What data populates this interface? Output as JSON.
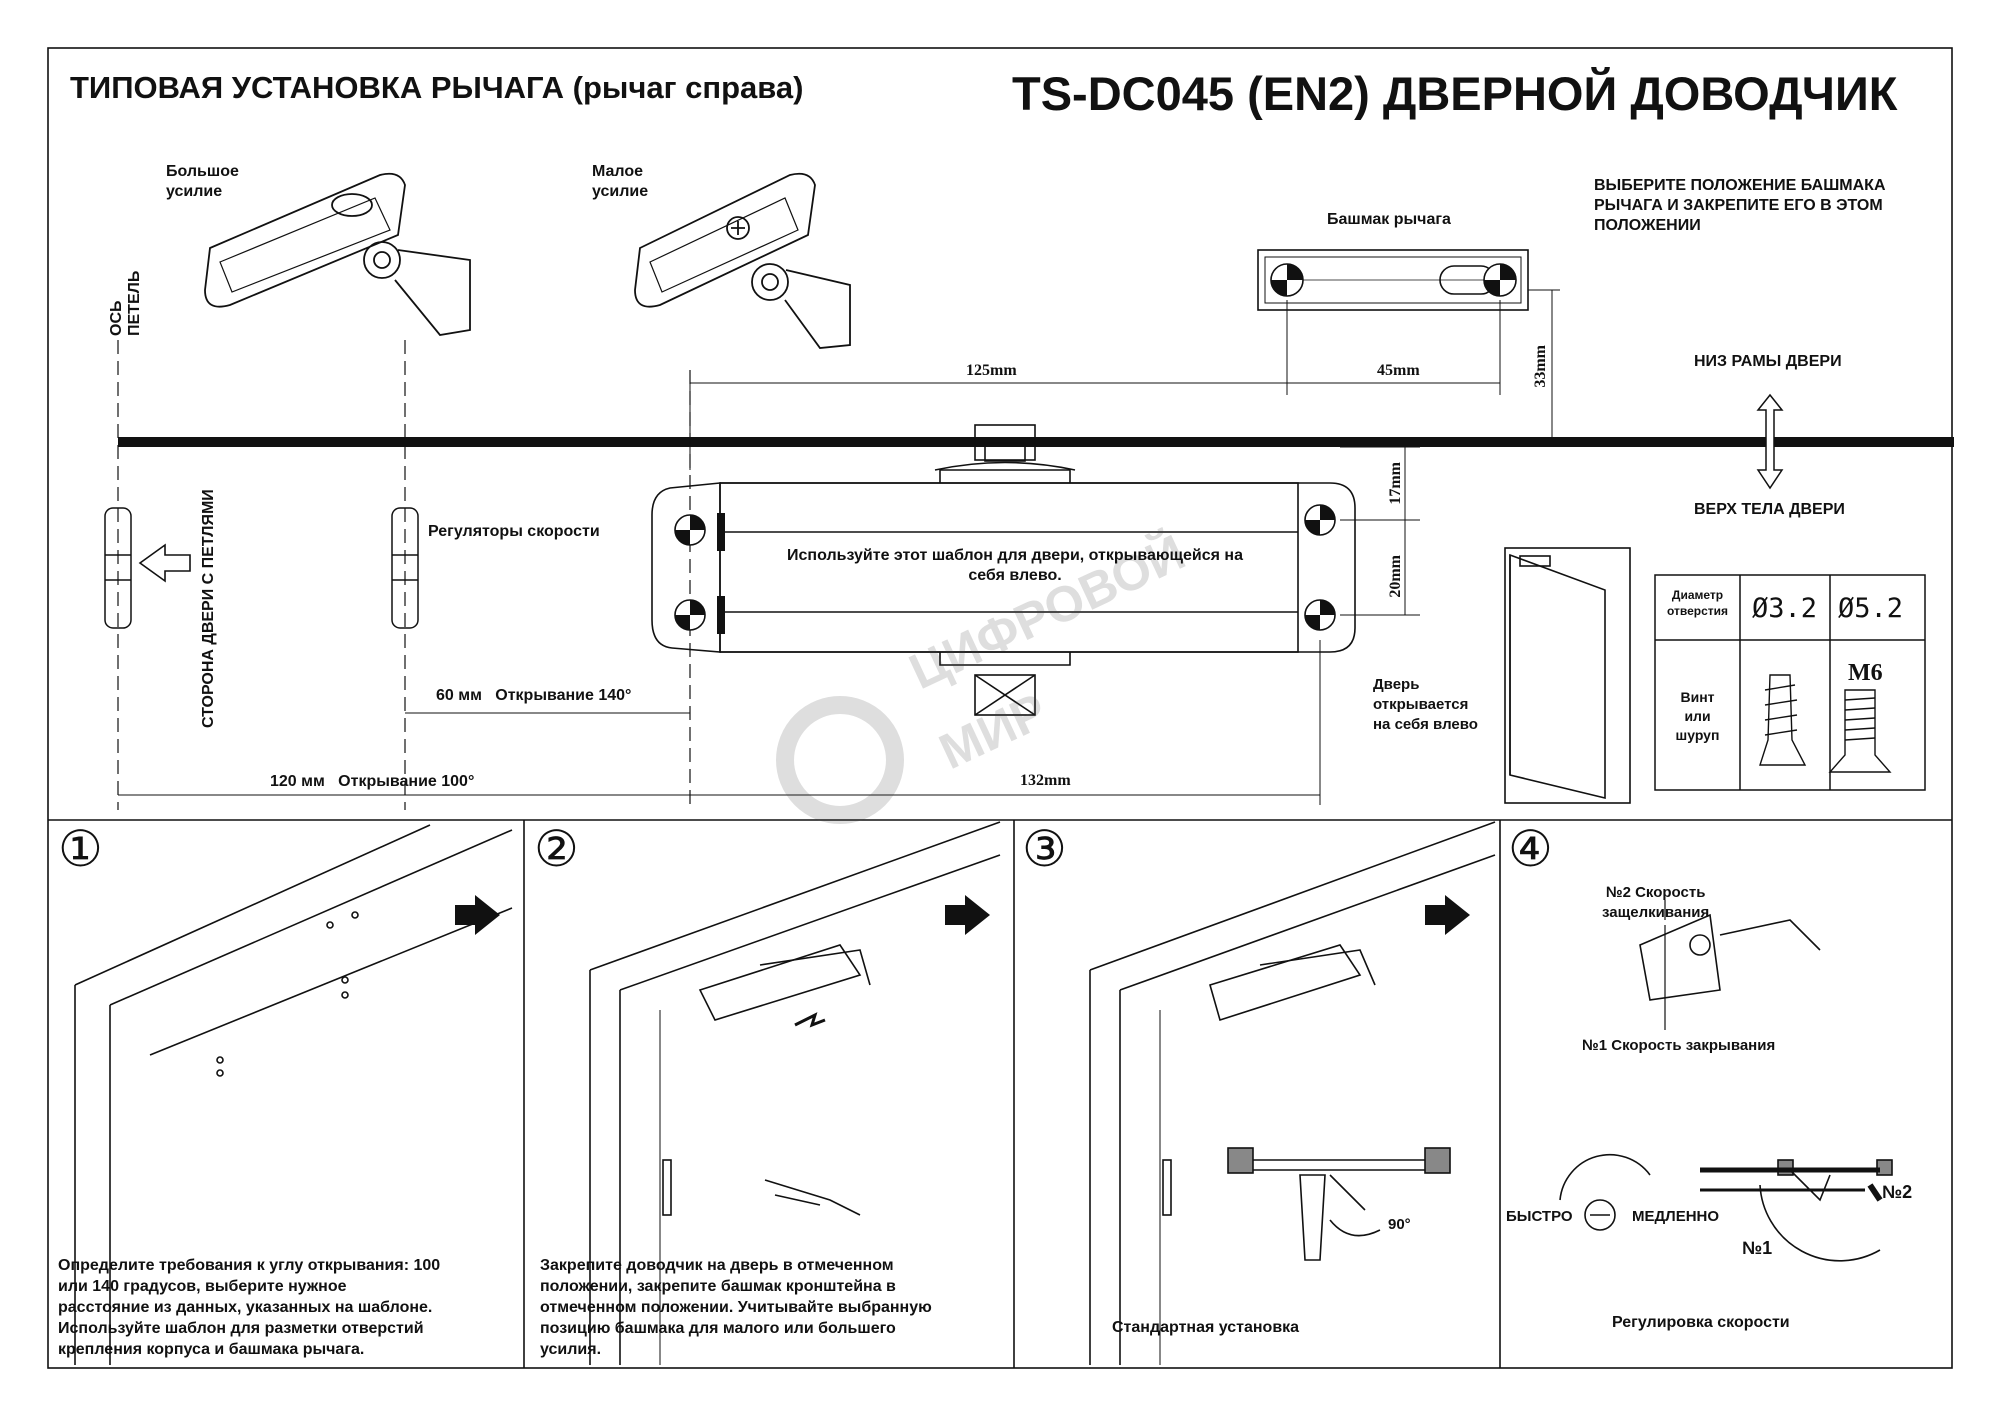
{
  "header": {
    "title_left": "ТИПОВАЯ УСТАНОВКА РЫЧАГА (рычаг справа)",
    "title_right": "TS-DC045 (EN2) ДВЕРНОЙ ДОВОДЧИК"
  },
  "template": {
    "big_force": [
      "Большое",
      "усилие"
    ],
    "small_force": [
      "Малое",
      "усилие"
    ],
    "shoe_label": "Башмак рычага",
    "shoe_instruction": [
      "ВЫБЕРИТЕ ПОЛОЖЕНИЕ БАШМАКА",
      "РЫЧАГА И ЗАКРЕПИТЕ ЕГО В ЭТОМ",
      "ПОЛОЖЕНИИ"
    ],
    "hinge_axis": "ОСЬ ПЕТЕЛЬ",
    "hinge_side": "СТОРОНА ДВЕРИ С ПЕТЛЯМИ",
    "frame_bottom": "НИЗ РАМЫ ДВЕРИ",
    "door_top": "ВЕРХ ТЕЛА ДВЕРИ",
    "speed_regulators": "Регуляторы скорости",
    "template_note": [
      "Используйте этот шаблон для двери, открывающейся на",
      "себя влево."
    ],
    "door_opens": [
      "Дверь",
      "открывается",
      "на себя влево"
    ],
    "dim_60": "60 мм",
    "open_140": "Открывание 140°",
    "dim_120": "120 мм",
    "open_100": "Открывание 100°",
    "dim_125": "125mm",
    "dim_45": "45mm",
    "dim_33": "33mm",
    "dim_17": "17mm",
    "dim_20": "20mm",
    "dim_132": "132mm"
  },
  "table": {
    "hole_diameter": [
      "Диаметр",
      "отверстия"
    ],
    "d1": "Ø3.2",
    "d2": "Ø5.2",
    "screw": [
      "Винт",
      "или",
      "шуруп"
    ],
    "m6": "M6"
  },
  "watermark": [
    "ЦИФРОВОЙ",
    "МИР"
  ],
  "steps": [
    {
      "num": "①",
      "text": [
        "Определите требования к углу открывания: 100",
        "или 140 градусов, выберите нужное",
        "расстояние из данных, указанных на шаблоне.",
        "Используйте шаблон для разметки отверстий",
        "крепления корпуса и башмака рычага."
      ]
    },
    {
      "num": "②",
      "text": [
        "Закрепите доводчик на дверь в отмеченном",
        "положении, закрепите башмак кронштейна в",
        "отмеченном положении. Учитывайте выбранную",
        "позицию башмака для малого или большего",
        "усилия."
      ]
    },
    {
      "num": "③",
      "caption": "Стандартная установка",
      "angle": "90°"
    },
    {
      "num": "④",
      "caption": "Регулировка скорости",
      "speed2": [
        "№2 Скорость",
        "защелкивания"
      ],
      "speed1": "№1 Скорость закрывания",
      "fast": "БЫСТРО",
      "slow": "МЕДЛЕННО",
      "n1": "№1",
      "n2": "№2"
    }
  ]
}
